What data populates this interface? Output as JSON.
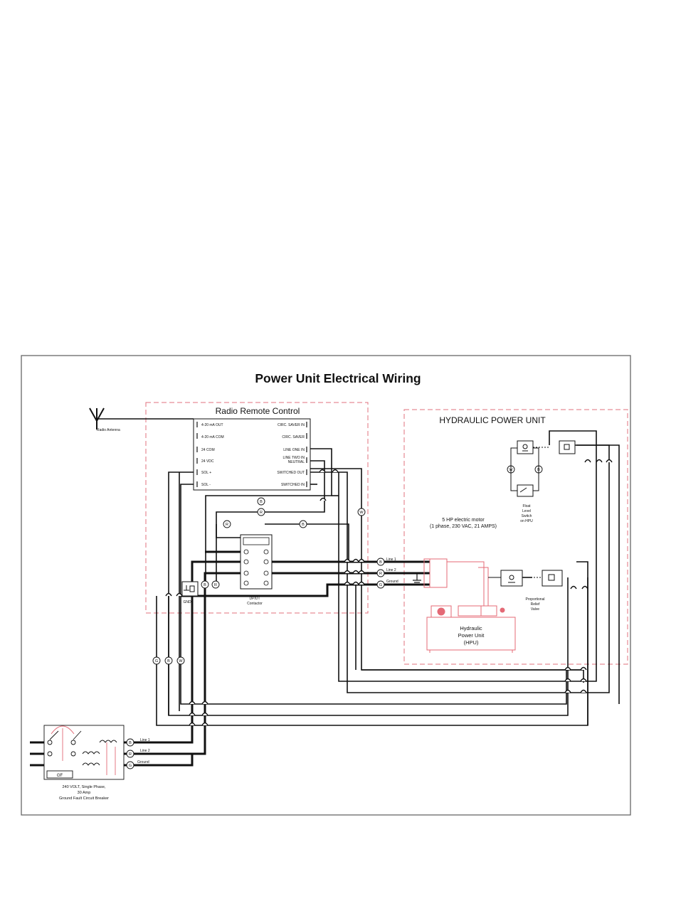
{
  "title": "Power Unit Electrical Wiring",
  "remote": {
    "title": "Radio Remote Control",
    "antenna_label": "Radio Antenna",
    "left_terminals": [
      "4-20 mA OUT",
      "4-20 mA COM",
      "24 COM",
      "24 VDC",
      "SOL +",
      "SOL -"
    ],
    "right_terminals": [
      "CIRC. SAVER IN",
      "CIRC. SAVER",
      "LINE ONE IN",
      "LINE TWO IN",
      "NEUTRAL",
      "SWITCHED OUT",
      "SWITCHED IN"
    ]
  },
  "hpu": {
    "title": "HYDRAULIC POWER UNIT",
    "motor_label": "5 HP electric motor",
    "motor_spec": "(1 phase, 230 VAC, 21 AMPS)",
    "float_switch": [
      "Float",
      "Level",
      "Switch",
      "on HPU"
    ],
    "relief_valve": [
      "Proportional",
      "Relief",
      "Valve"
    ],
    "unit": [
      "Hydraulic",
      "Power Unit",
      "(HPU)"
    ]
  },
  "contactor": [
    "DP/DT",
    "Contactor"
  ],
  "gnd_label": "GND",
  "lines": {
    "line1": "Line 1",
    "line2": "Line 2",
    "ground": "Ground"
  },
  "breaker": {
    "gf": "GF",
    "caption": [
      "240 VOLT, Single Phase,",
      "30 Amp",
      "Ground Fault Circuit Breaker"
    ]
  },
  "wire_letters": {
    "b": "B",
    "r": "R",
    "w": "W",
    "g": "G"
  },
  "colors": {
    "border": "#666666",
    "dashed": "#e0707c",
    "hpu_red": "#e46a76",
    "wire": "#111111"
  }
}
